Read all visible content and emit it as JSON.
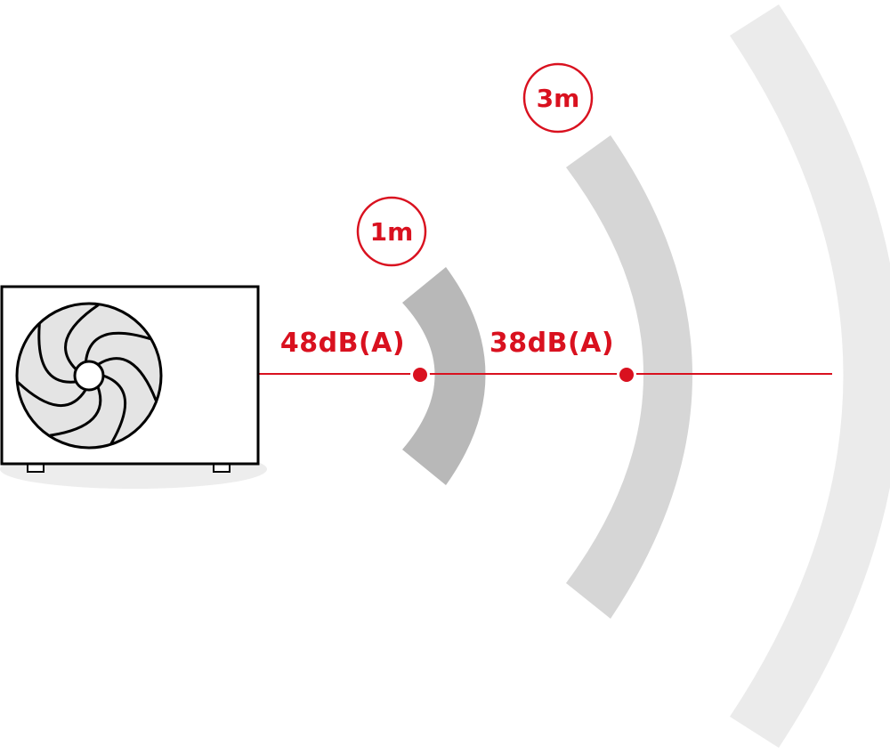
{
  "colors": {
    "accent": "#d9111f",
    "outline": "#000000",
    "fan_fill": "#e4e4e4",
    "shadow": "#ededed",
    "wave_near": "#b8b8b8",
    "wave_mid": "#d6d6d6",
    "wave_far": "#ebebeb"
  },
  "unit_icon": "outdoor-heat-pump-fan-unit",
  "measurements": [
    {
      "distance": "1m",
      "level": "48dB(A)"
    },
    {
      "distance": "3m",
      "level": "38dB(A)"
    }
  ]
}
